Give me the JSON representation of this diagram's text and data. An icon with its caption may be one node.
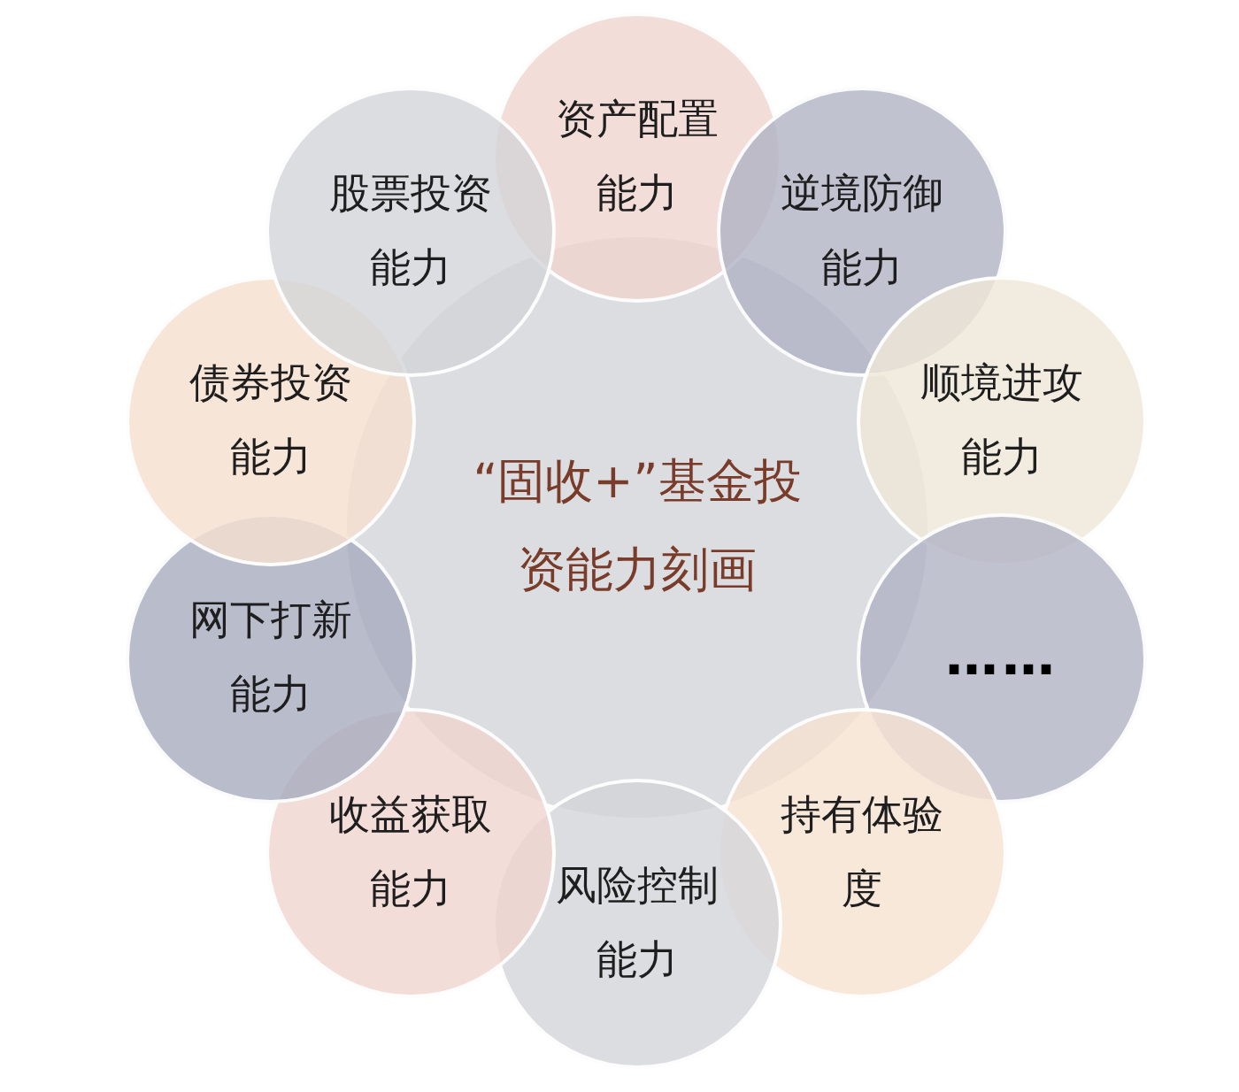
{
  "diagram": {
    "nodes": [
      {
        "text": [
          "“固收+”基金投资能力刻画"
        ]
      },
      {
        "text": [
          "资产配置能力"
        ]
      },
      {
        "text": [
          "逆境防御能力"
        ]
      },
      {
        "text": [
          "顺境进攻能力"
        ]
      },
      {
        "text": [
          "……"
        ]
      },
      {
        "text": [
          "持有体验度"
        ]
      },
      {
        "text": [
          "风险控制能力"
        ]
      },
      {
        "text": [
          "收益获取能力"
        ]
      },
      {
        "text": [
          "网下打新能力"
        ]
      },
      {
        "text": [
          "债券投资能力"
        ]
      },
      {
        "text": [
          "股票投资能力"
        ]
      }
    ]
  }
}
